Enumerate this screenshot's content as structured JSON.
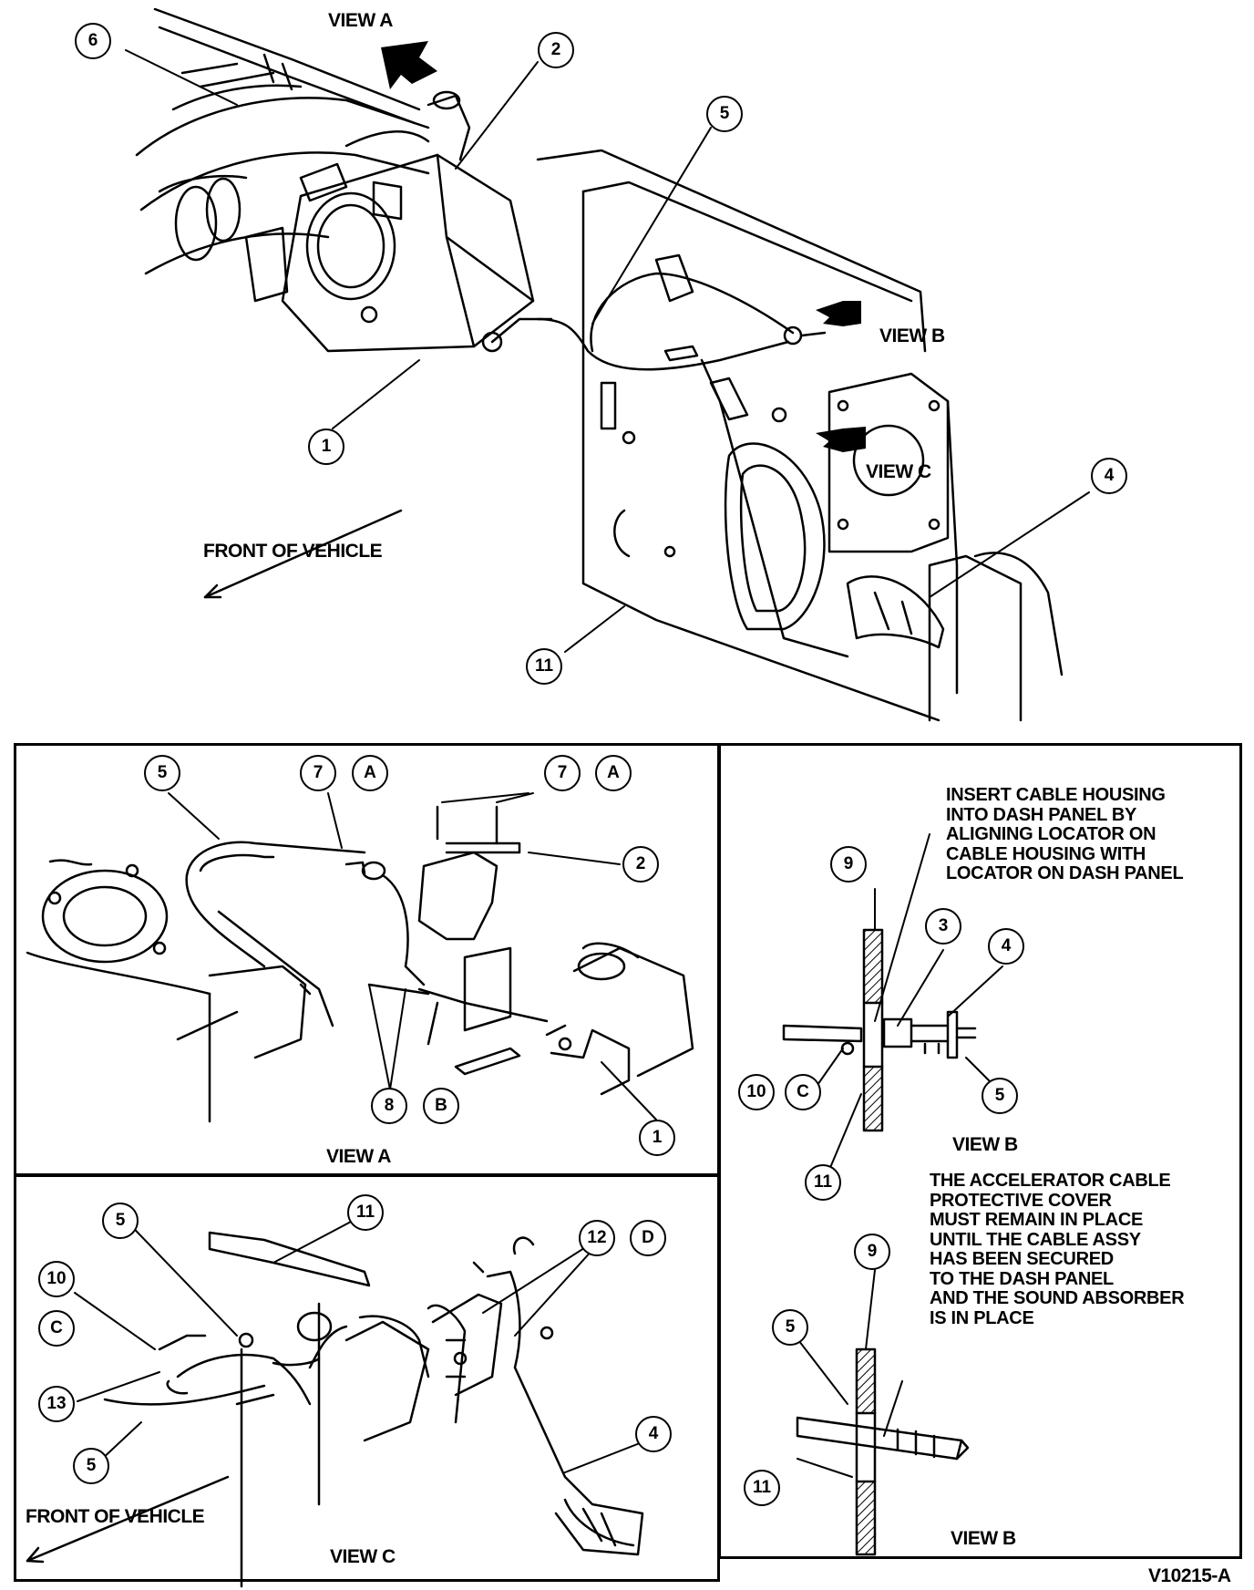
{
  "figure_id": "V10215-A",
  "main_view": {
    "labels": {
      "view_a": "VIEW A",
      "view_b": "VIEW B",
      "view_c": "VIEW C",
      "front": "FRONT OF VEHICLE"
    },
    "callouts": [
      "6",
      "2",
      "5",
      "1",
      "4",
      "11"
    ]
  },
  "view_a_panel": {
    "title": "VIEW A",
    "callouts": [
      "5",
      "7",
      "A",
      "7",
      "A",
      "2",
      "8",
      "B",
      "1"
    ]
  },
  "view_c_panel": {
    "title": "VIEW C",
    "front": "FRONT OF VEHICLE",
    "callouts": [
      "5",
      "11",
      "12",
      "D",
      "10",
      "C",
      "13",
      "5",
      "4"
    ]
  },
  "view_b_panel": {
    "note_top": "INSERT CABLE HOUSING\nINTO DASH PANEL BY\nALIGNING LOCATOR ON\nCABLE HOUSING WITH\nLOCATOR ON DASH PANEL",
    "note_bottom": "THE ACCELERATOR CABLE\nPROTECTIVE COVER\nMUST REMAIN IN PLACE\nUNTIL THE CABLE ASSY\nHAS BEEN SECURED\nTO THE DASH PANEL\nAND THE SOUND ABSORBER\nIS IN PLACE",
    "title_top": "VIEW B",
    "title_bottom": "VIEW B",
    "callouts_top": [
      "9",
      "3",
      "4",
      "10",
      "C",
      "5",
      "11"
    ],
    "callouts_bottom": [
      "9",
      "5",
      "11"
    ]
  }
}
